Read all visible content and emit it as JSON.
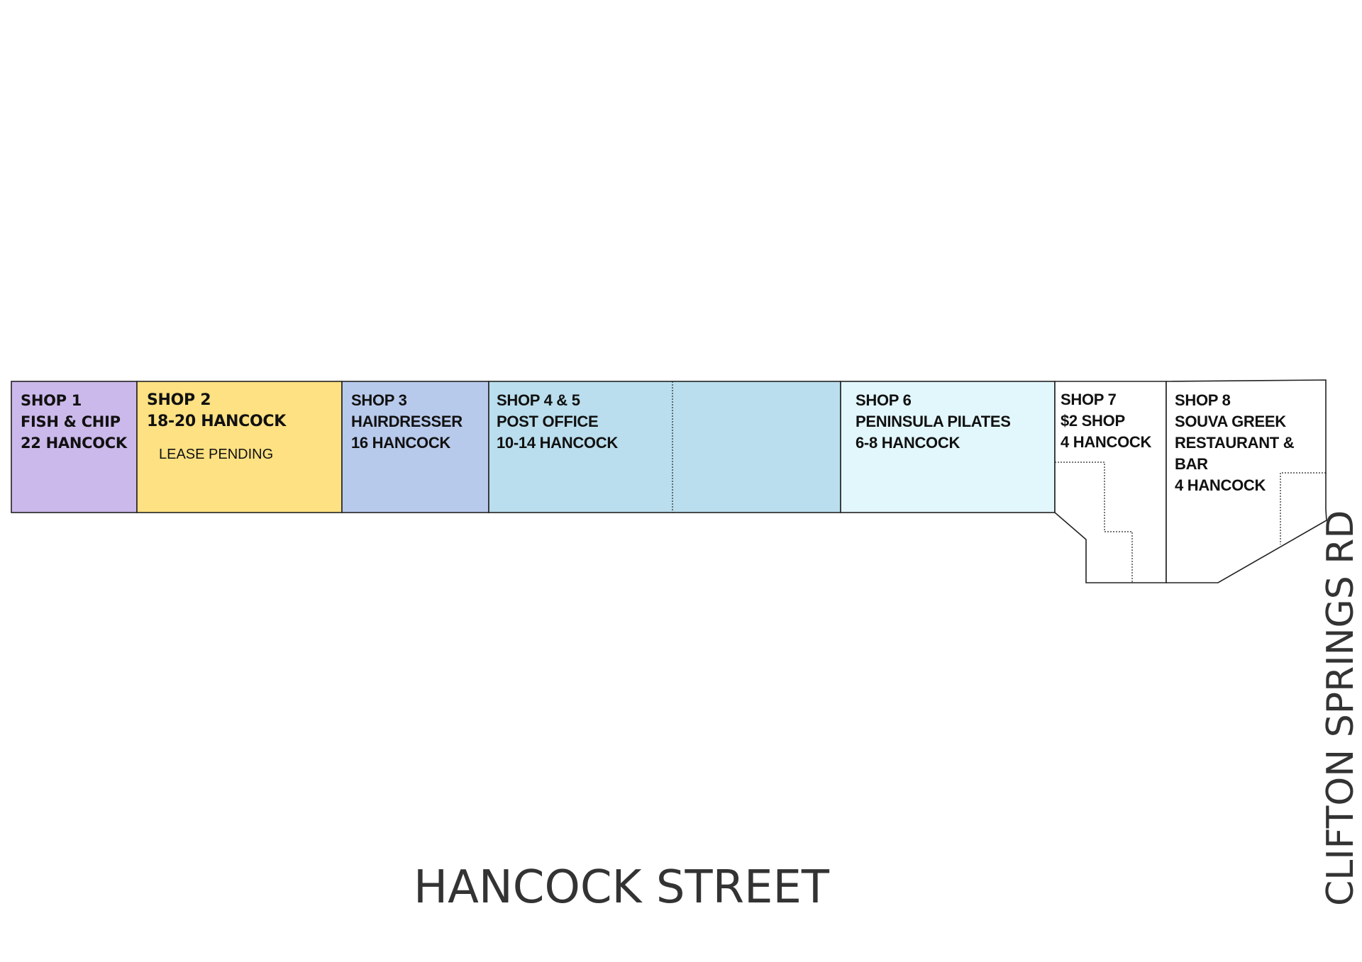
{
  "plan": {
    "street_name": "HANCOCK STREET",
    "side_road_name": "CLIFTON SPRINGS RD",
    "colors": {
      "shop1": "#ccb9eb",
      "shop2": "#fde182",
      "shop3": "#b8caec",
      "shop45": "#badeed",
      "shop6": "#e2f7fc",
      "shop7": "#ffffff",
      "shop8": "#ffffff",
      "outline": "#222222"
    },
    "shops": [
      {
        "lines": [
          "SHOP 1",
          "FISH & CHIP",
          "22 HANCOCK"
        ]
      },
      {
        "lines": [
          "SHOP 2",
          "18-20 HANCOCK"
        ],
        "note": "LEASE PENDING"
      },
      {
        "lines": [
          "SHOP 3",
          "HAIRDRESSER",
          "16 HANCOCK"
        ]
      },
      {
        "lines": [
          "SHOP 4 & 5",
          "POST OFFICE",
          "10-14 HANCOCK"
        ]
      },
      {
        "lines": [
          "SHOP 6",
          "PENINSULA PILATES",
          "6-8 HANCOCK"
        ]
      },
      {
        "lines": [
          "SHOP 7",
          "$2 SHOP",
          "4 HANCOCK"
        ]
      },
      {
        "lines": [
          "SHOP 8",
          "SOUVA GREEK",
          "RESTAURANT &",
          "BAR",
          "4 HANCOCK"
        ]
      }
    ]
  }
}
